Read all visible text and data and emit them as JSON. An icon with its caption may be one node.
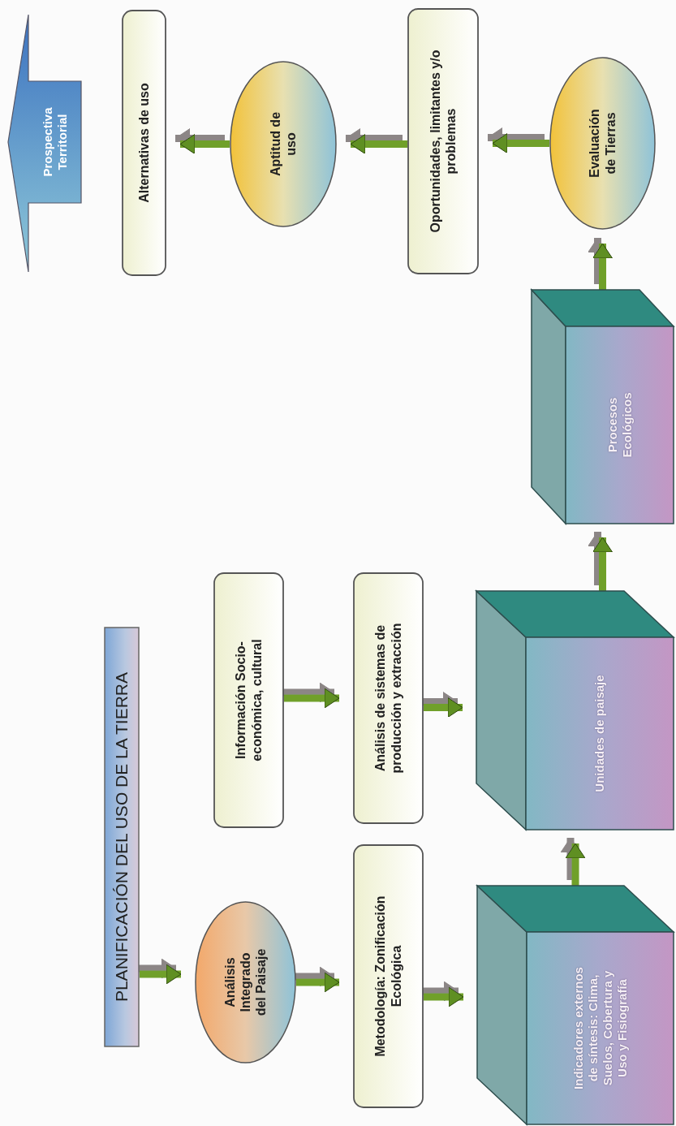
{
  "diagram": {
    "nodes": [
      {
        "text": [
          "PLANIFICACIÓN DEL USO DE LA TIERRA"
        ]
      },
      {
        "text": [
          "Análisis Integrado del Paisaje"
        ]
      },
      {
        "text": [
          "Metodología: Zonificación Ecológica"
        ]
      },
      {
        "text": [
          "Indicadores externos de síntesis: Clima, Suelos, Cobertura y Uso y Fisiografía"
        ]
      },
      {
        "text": [
          "Información Socio-económica, cultural"
        ]
      },
      {
        "text": [
          "Análisis de sistemas de producción y extracción"
        ]
      },
      {
        "text": [
          "Unidades de paisaje"
        ]
      },
      {
        "text": [
          "Procesos Ecológicos"
        ]
      },
      {
        "text": [
          "Evaluación de Tierras"
        ]
      },
      {
        "text": [
          "Oportunidades, limitantes y/o problemas"
        ]
      },
      {
        "text": [
          "Aptitud de uso"
        ]
      },
      {
        "text": [
          "Alternativas de uso"
        ]
      },
      {
        "text": [
          "Prospectiva Territorial"
        ]
      }
    ],
    "edges": [
      {
        "from": 0,
        "to": 1,
        "arrow": "to"
      },
      {
        "from": 1,
        "to": 2,
        "arrow": "to"
      },
      {
        "from": 2,
        "to": 3,
        "arrow": "to"
      },
      {
        "from": 4,
        "to": 5,
        "arrow": "to"
      },
      {
        "from": 5,
        "to": 6,
        "arrow": "to"
      },
      {
        "from": 3,
        "to": 6,
        "arrow": "to"
      },
      {
        "from": 6,
        "to": 7,
        "arrow": "to"
      },
      {
        "from": 7,
        "to": 8,
        "arrow": "to"
      },
      {
        "from": 8,
        "to": 9,
        "arrow": "to"
      },
      {
        "from": 9,
        "to": 10,
        "arrow": "to"
      },
      {
        "from": 10,
        "to": 11,
        "arrow": "to"
      }
    ]
  }
}
